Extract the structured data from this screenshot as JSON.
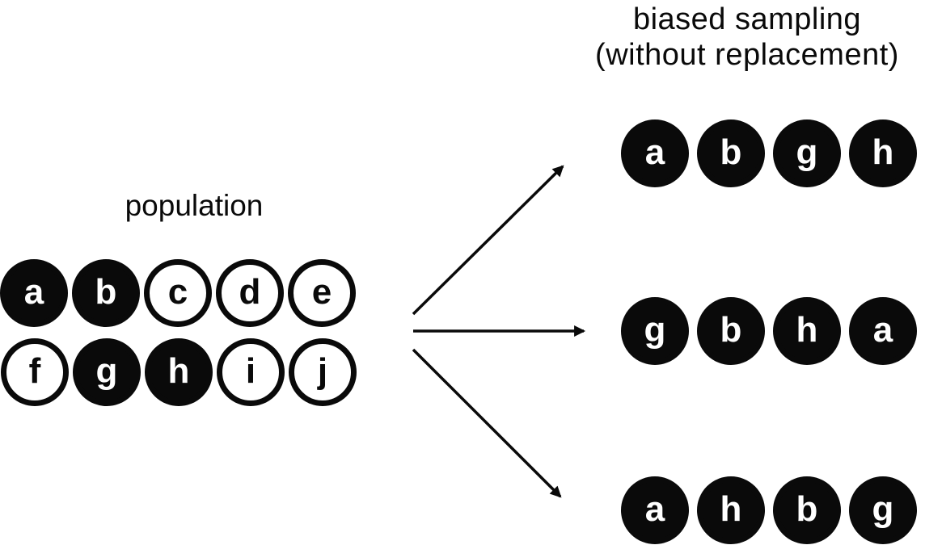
{
  "title": {
    "line1": "biased sampling",
    "line2": "(without replacement)"
  },
  "population": {
    "label": "population",
    "rows": [
      {
        "items": [
          {
            "letter": "a",
            "filled": true
          },
          {
            "letter": "b",
            "filled": true
          },
          {
            "letter": "c",
            "filled": false
          },
          {
            "letter": "d",
            "filled": false
          },
          {
            "letter": "e",
            "filled": false
          }
        ]
      },
      {
        "items": [
          {
            "letter": "f",
            "filled": false
          },
          {
            "letter": "g",
            "filled": true
          },
          {
            "letter": "h",
            "filled": true
          },
          {
            "letter": "i",
            "filled": false
          },
          {
            "letter": "j",
            "filled": false
          }
        ]
      }
    ]
  },
  "samples": [
    {
      "items": [
        {
          "letter": "a",
          "filled": true
        },
        {
          "letter": "b",
          "filled": true
        },
        {
          "letter": "g",
          "filled": true
        },
        {
          "letter": "h",
          "filled": true
        }
      ]
    },
    {
      "items": [
        {
          "letter": "g",
          "filled": true
        },
        {
          "letter": "b",
          "filled": true
        },
        {
          "letter": "h",
          "filled": true
        },
        {
          "letter": "a",
          "filled": true
        }
      ]
    },
    {
      "items": [
        {
          "letter": "a",
          "filled": true
        },
        {
          "letter": "h",
          "filled": true
        },
        {
          "letter": "b",
          "filled": true
        },
        {
          "letter": "g",
          "filled": true
        }
      ]
    }
  ],
  "colors": {
    "ink": "#0a0a0a",
    "background": "#ffffff"
  }
}
